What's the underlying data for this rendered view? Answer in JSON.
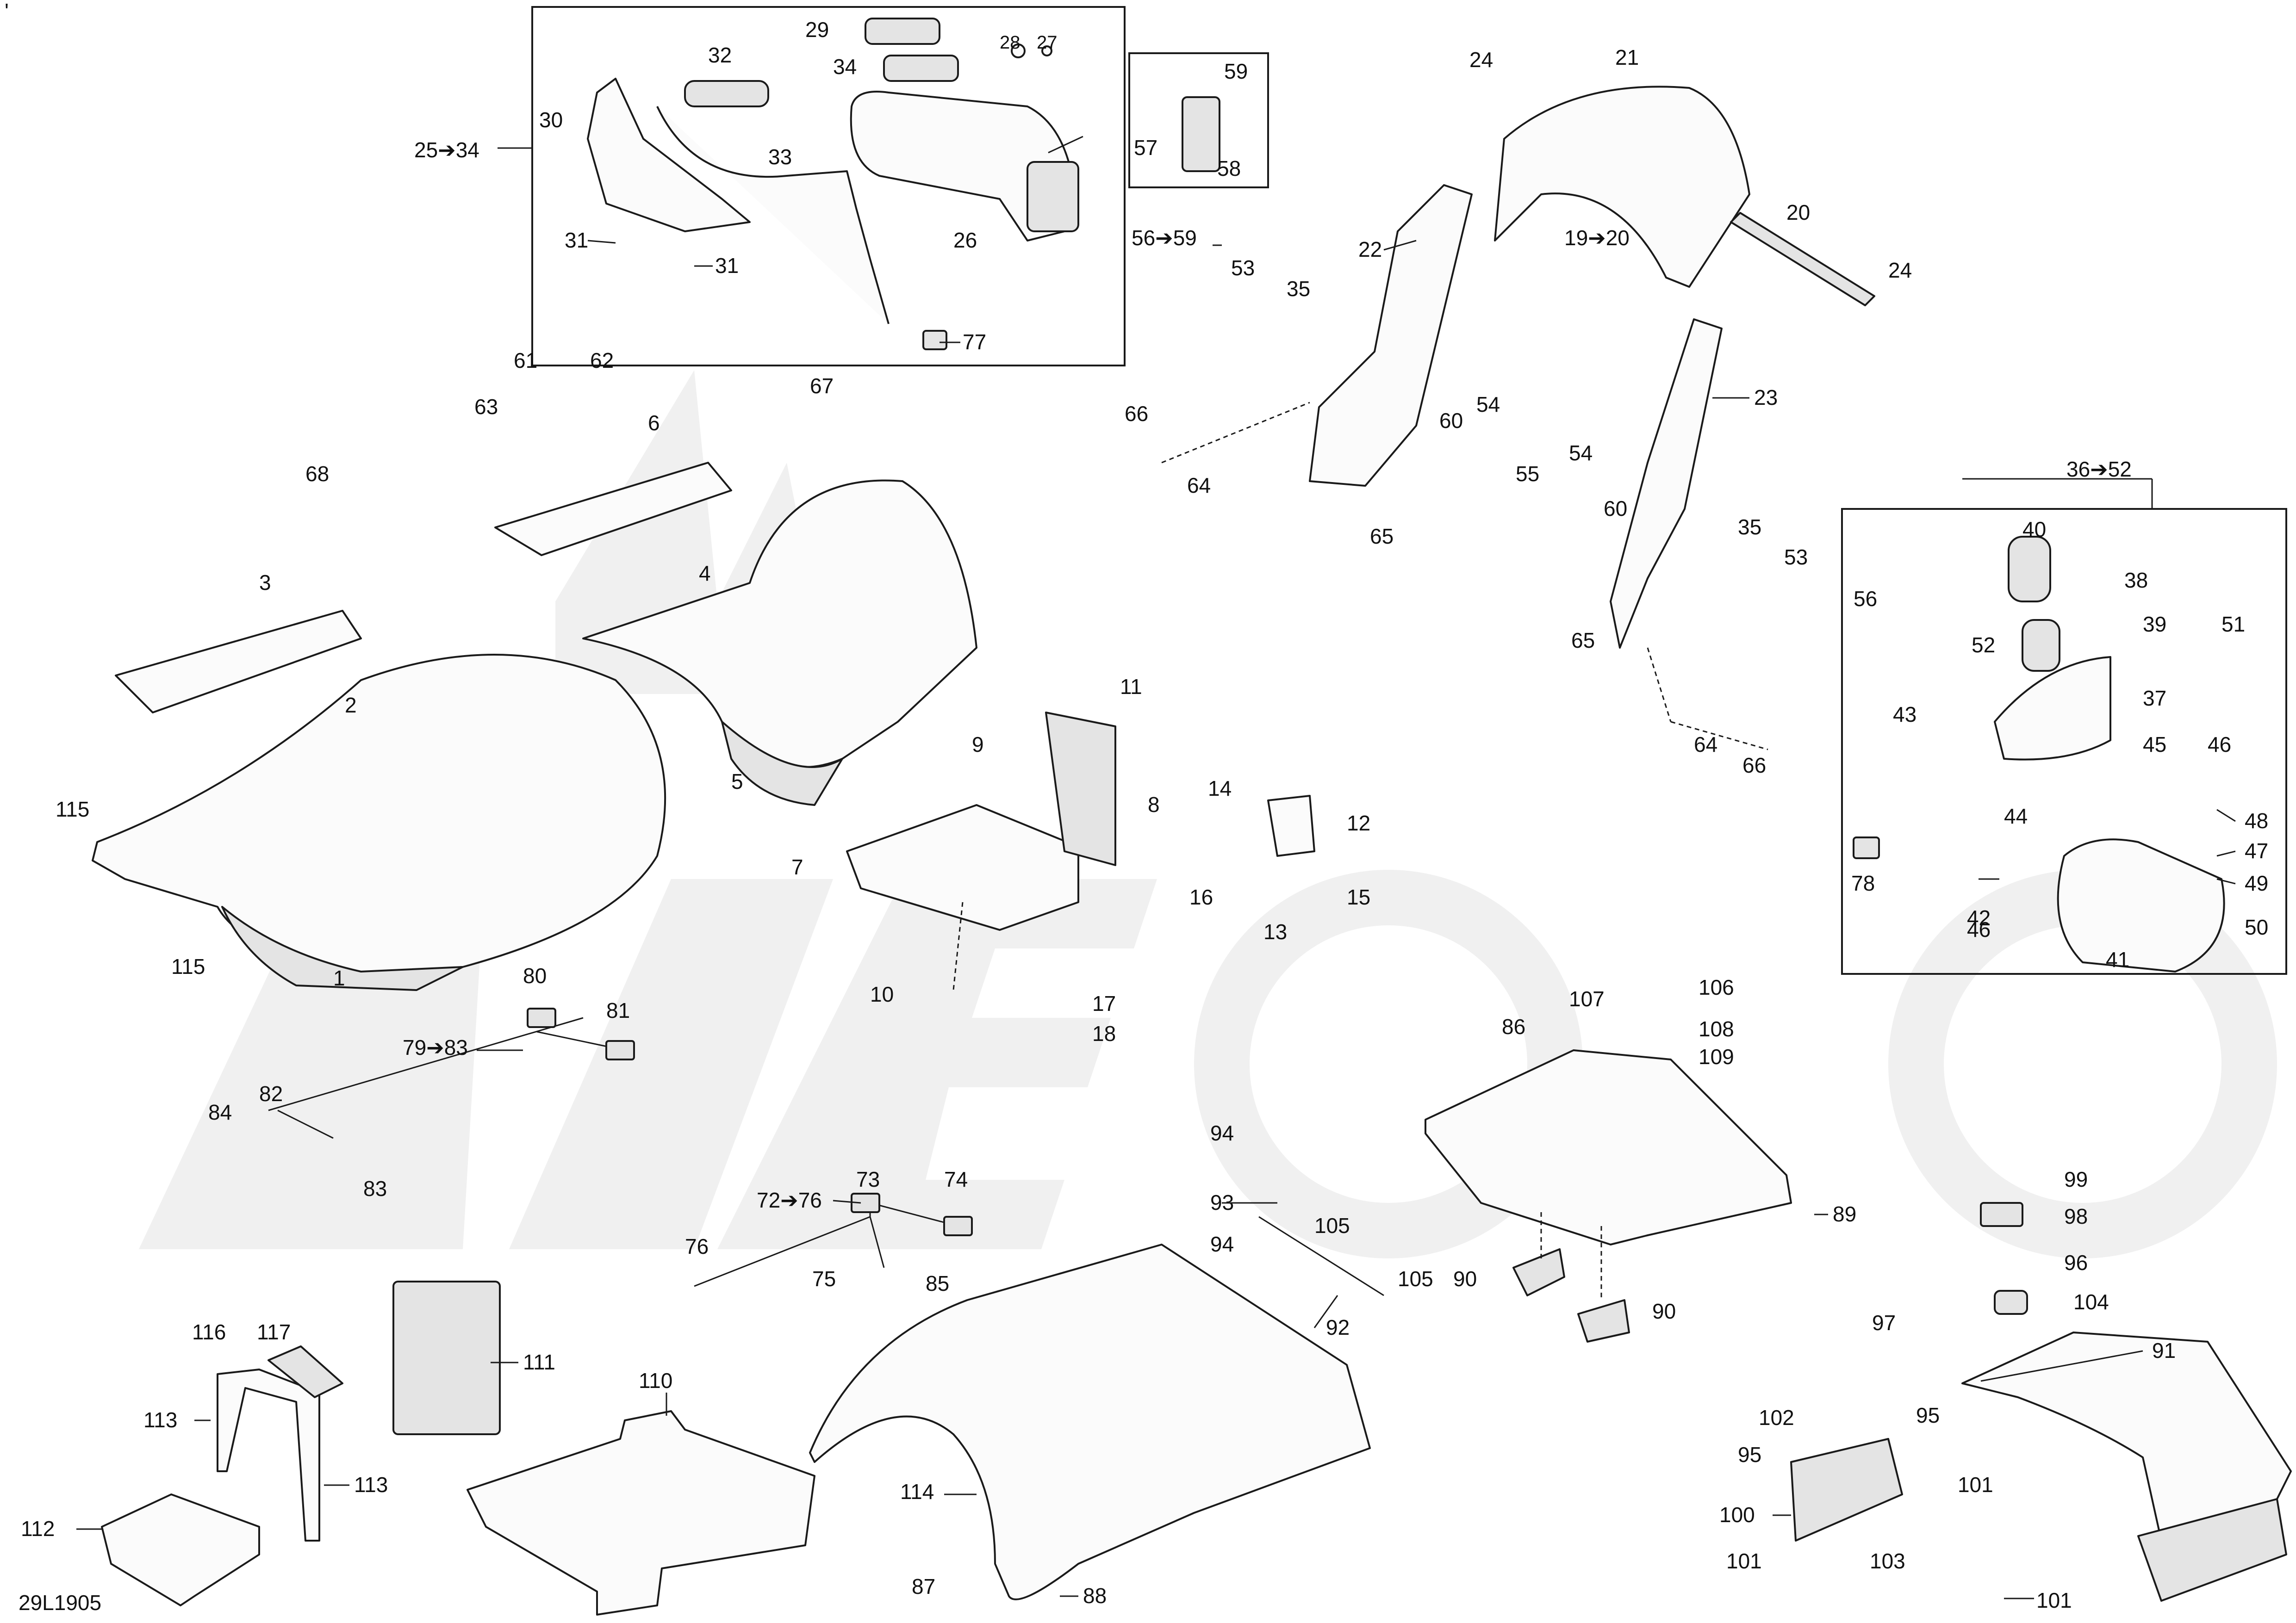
{
  "drawing_ref": "29L1905",
  "corner_mark": "'",
  "callouts": {
    "c1": "1",
    "c2": "2",
    "c3": "3",
    "c4": "4",
    "c5": "5",
    "c6": "6",
    "c7": "7",
    "c8": "8",
    "c9": "9",
    "c10": "10",
    "c11": "11",
    "c12": "12",
    "c13": "13",
    "c14": "14",
    "c15": "15",
    "c16": "16",
    "c17": "17",
    "c18": "18",
    "c19_20": "19➔20",
    "c20": "20",
    "c21": "21",
    "c22": "22",
    "c23": "23",
    "c24a": "24",
    "c24b": "24",
    "c25_34": "25➔34",
    "c26": "26",
    "c27": "27",
    "c28": "28",
    "c29": "29",
    "c30": "30",
    "c31a": "31",
    "c31b": "31",
    "c32": "32",
    "c33": "33",
    "c34": "34",
    "c35a": "35",
    "c35b": "35",
    "c36_52": "36➔52",
    "c37": "37",
    "c38": "38",
    "c39": "39",
    "c40": "40",
    "c41": "41",
    "c42": "42",
    "c43": "43",
    "c44": "44",
    "c45": "45",
    "c46a": "46",
    "c46b": "46",
    "c47": "47",
    "c48": "48",
    "c49": "49",
    "c50": "50",
    "c51": "51",
    "c52": "52",
    "c53a": "53",
    "c53b": "53",
    "c54a": "54",
    "c54b": "54",
    "c55": "55",
    "c56_59": "56➔59",
    "c56": "56",
    "c57": "57",
    "c58": "58",
    "c59": "59",
    "c60a": "60",
    "c60b": "60",
    "c61": "61",
    "c62": "62",
    "c63": "63",
    "c64a": "64",
    "c64b": "64",
    "c65a": "65",
    "c65b": "65",
    "c66a": "66",
    "c66b": "66",
    "c67": "67",
    "c68": "68",
    "c72_76": "72➔76",
    "c73": "73",
    "c74": "74",
    "c75": "75",
    "c76": "76",
    "c77": "77",
    "c78": "78",
    "c79_83": "79➔83",
    "c80": "80",
    "c81": "81",
    "c82": "82",
    "c83": "83",
    "c84": "84",
    "c85": "85",
    "c86": "86",
    "c87": "87",
    "c88": "88",
    "c89": "89",
    "c90a": "90",
    "c90b": "90",
    "c91": "91",
    "c92": "92",
    "c93": "93",
    "c94a": "94",
    "c94b": "94",
    "c95a": "95",
    "c95b": "95",
    "c96": "96",
    "c97": "97",
    "c98": "98",
    "c99": "99",
    "c100": "100",
    "c101a": "101",
    "c101b": "101",
    "c101c": "101",
    "c102": "102",
    "c103": "103",
    "c104": "104",
    "c105a": "105",
    "c105b": "105",
    "c106": "106",
    "c107": "107",
    "c108": "108",
    "c109": "109",
    "c110": "110",
    "c111": "111",
    "c112": "112",
    "c113a": "113",
    "c113b": "113",
    "c114": "114",
    "c115a": "115",
    "c115b": "115",
    "c116": "116",
    "c117": "117"
  }
}
